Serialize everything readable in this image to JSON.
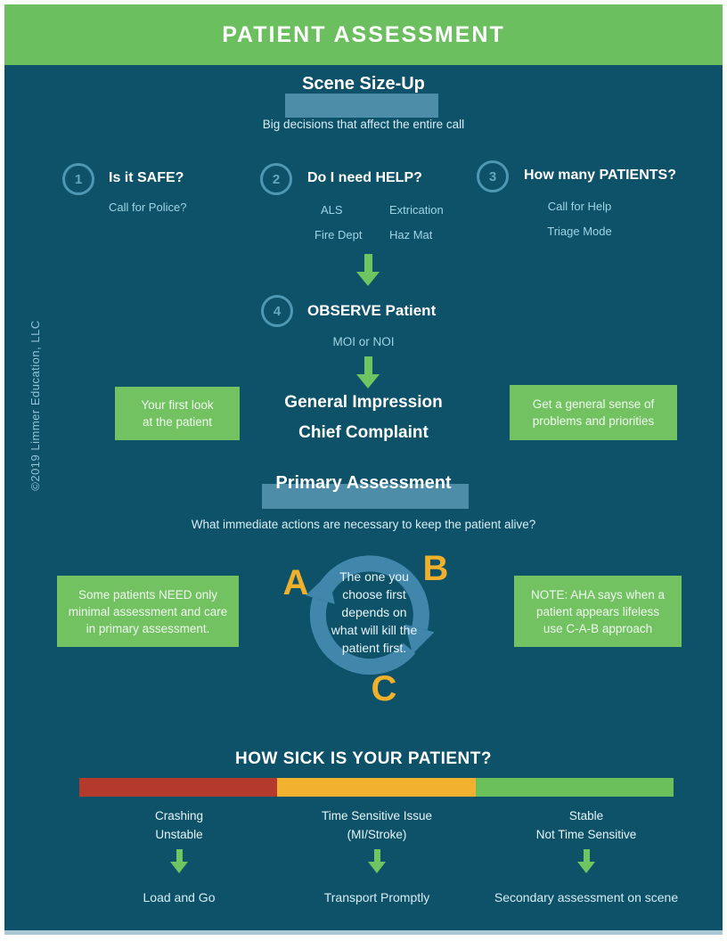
{
  "page": {
    "title": "PATIENT ASSESSMENT",
    "copyright": "©2019 Limmer Education, LLC"
  },
  "colors": {
    "background_teal": "#0d5269",
    "header_green": "#6cbf5e",
    "note_box_green": "#72c261",
    "highlight_teal": "#4d8da8",
    "cycle_arrow_teal": "#4187ab",
    "accent_gold": "#f0b02c",
    "bar_red": "#b43a2b",
    "bar_yellow": "#f2b12e",
    "bar_green": "#6cc05c",
    "arrow_green": "#6ec562",
    "light_cyan_text": "#9fd4e5"
  },
  "scene": {
    "title": "Scene Size-Up",
    "subtitle": "Big decisions that affect the entire call",
    "steps": [
      {
        "number": "1",
        "title": "Is it SAFE?",
        "note": "Call for Police?"
      },
      {
        "number": "2",
        "title": "Do I need HELP?",
        "options": [
          "ALS",
          "Extrication",
          "Fire Dept",
          "Haz Mat"
        ]
      },
      {
        "number": "3",
        "title": "How many PATIENTS?",
        "notes": [
          "Call for Help",
          "Triage Mode"
        ]
      }
    ],
    "observe": {
      "number": "4",
      "title": "OBSERVE Patient",
      "note": "MOI or NOI"
    }
  },
  "impression": {
    "left_note": "Your first look\nat the patient",
    "line1": "General Impression",
    "line2": "Chief Complaint",
    "right_note": "Get a general sense of\nproblems and priorities"
  },
  "primary": {
    "title": "Primary Assessment",
    "subtitle": "What immediate actions are necessary to keep the patient alive?",
    "left_note": "Some patients NEED only\nminimal assessment and care\nin primary assessment.",
    "right_note": "NOTE: AHA says when a\npatient appears lifeless\nuse C-A-B approach",
    "cycle": {
      "letters": [
        "A",
        "B",
        "C"
      ],
      "center_text": "The one you\nchoose first\ndepends on\nwhat will kill the\npatient first."
    }
  },
  "triage": {
    "title": "HOW SICK IS YOUR PATIENT?",
    "columns": [
      {
        "labels": "Crashing\nUnstable",
        "action": "Load and Go"
      },
      {
        "labels": "Time Sensitive Issue\n(MI/Stroke)",
        "action": "Transport Promptly"
      },
      {
        "labels": "Stable\nNot Time Sensitive",
        "action": "Secondary assessment on scene"
      }
    ]
  }
}
